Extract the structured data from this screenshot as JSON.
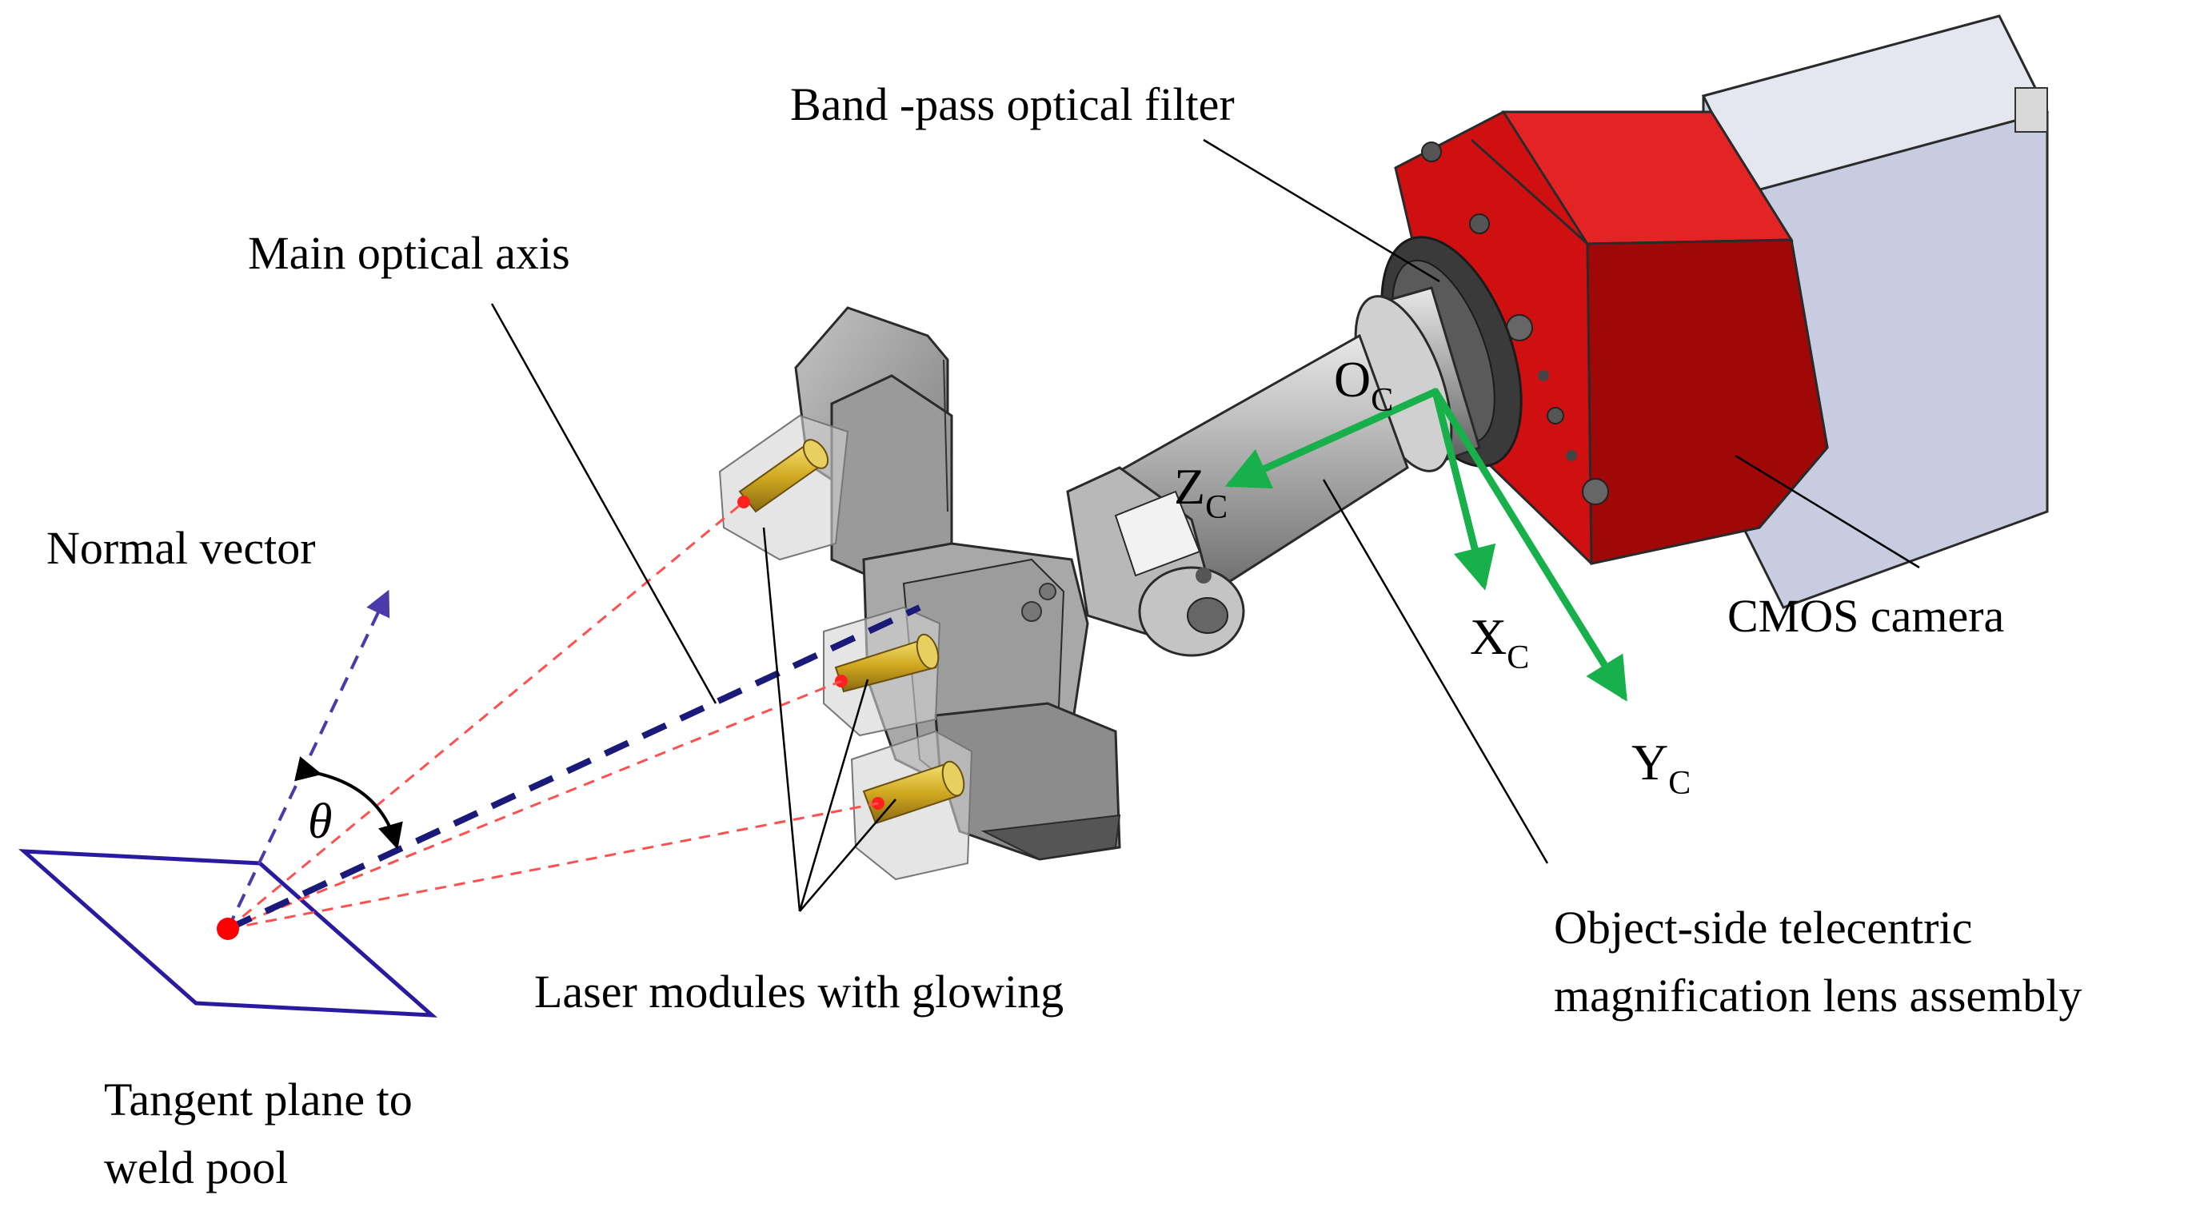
{
  "labels": {
    "band_pass_filter": "Band -pass optical filter",
    "main_optical_axis": "Main optical axis",
    "normal_vector": "Normal vector",
    "cmos_camera": "CMOS camera",
    "lens_assembly_line1": "Object-side telecentric",
    "lens_assembly_line2": "magnification lens assembly",
    "laser_modules": "Laser modules with glowing",
    "tangent_plane_line1": "Tangent plane to",
    "tangent_plane_line2": "weld pool",
    "angle_symbol": "θ"
  },
  "camera_frame": {
    "origin": {
      "base": "O",
      "sub": "C"
    },
    "z_axis": {
      "base": "Z",
      "sub": "C"
    },
    "x_axis": {
      "base": "X",
      "sub": "C"
    }
  },
  "y_axis": {
    "base": "Y",
    "sub": "C"
  },
  "colors": {
    "camera_body": "#d01010",
    "camera_body_shadow": "#a00808",
    "camera_rear": "#c8cce0",
    "metal_gray": "#a0a0a0",
    "lens_tube": "#9a9a9a",
    "laser_brass": "#d8b830",
    "laser_beam": "#ff5050",
    "optical_axis": "#1a1a7a",
    "normal_vector": "#4a3aaa",
    "coordinate_axes": "#18b04a",
    "plane_outline": "#2a1aa0",
    "weld_point": "#ff0000"
  }
}
